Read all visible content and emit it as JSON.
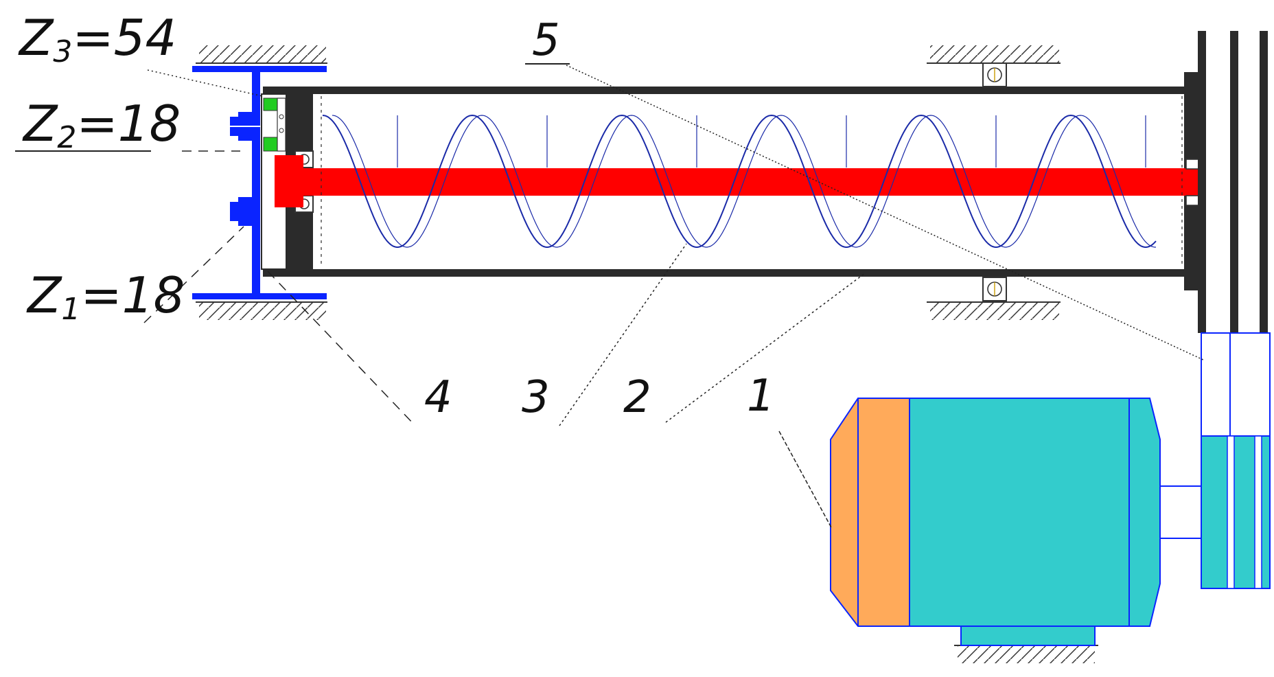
{
  "gear_labels": {
    "z3": {
      "letter": "Z",
      "sub": "3",
      "value": "=54"
    },
    "z2": {
      "letter": "Z",
      "sub": "2",
      "value": "=18"
    },
    "z1": {
      "letter": "Z",
      "sub": "1",
      "value": "=18"
    }
  },
  "part_labels": {
    "p1": "1",
    "p2": "2",
    "p3": "3",
    "p4": "4",
    "p5": "5"
  },
  "colors": {
    "screw_shaft": "#ff0000",
    "frame_blue": "#0a24ff",
    "motor_body": "#33cccc",
    "motor_end_cap": "#ffaa5a",
    "gear_green": "#22cc22",
    "housing_dark": "#2b2b2b"
  },
  "icons": [
    "bearing-icon",
    "bolt-icon",
    "ground-hatch-icon"
  ]
}
